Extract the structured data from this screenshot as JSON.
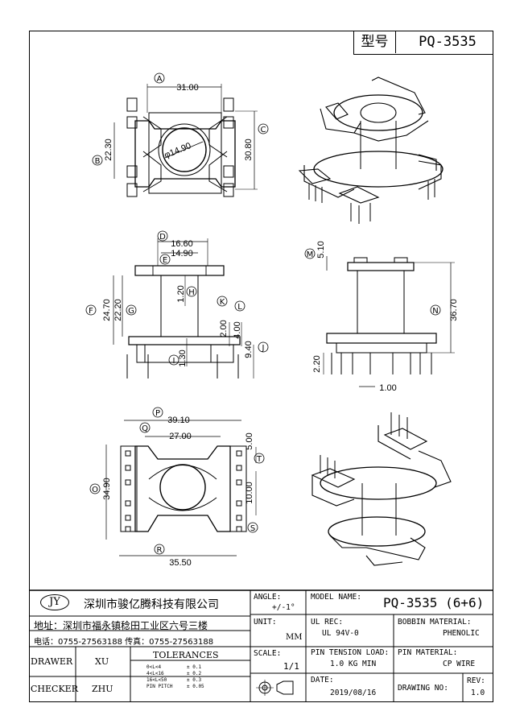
{
  "title_block": {
    "type_label": "型号",
    "type_value": "PQ-3535",
    "company_logo": "JY",
    "company_name": "深圳市骏亿腾科技有限公司",
    "address": "地址：深圳市福永镇稔田工业区六号三楼",
    "phone": "电话：0755-27563188 传真：0755-27563188",
    "drawer_label": "DRAWER",
    "drawer_value": "XU",
    "checker_label": "CHECKER",
    "checker_value": "ZHU",
    "tolerances_label": "TOLERANCES",
    "tolerances": [
      {
        "range": "0<L<4",
        "tol": "± 0.1"
      },
      {
        "range": "4<L<16",
        "tol": "± 0.2"
      },
      {
        "range": "16<L<50",
        "tol": "± 0.3"
      },
      {
        "range": "PIN PITCH",
        "tol": "± 0.05"
      }
    ],
    "angle_label": "ANGLE:",
    "angle_value": "+/-1°",
    "unit_label": "UNIT:",
    "unit_value": "MM",
    "scale_label": "SCALE:",
    "scale_value": "1/1",
    "model_label": "MODEL NAME:",
    "model_value": "PQ-3535 (6+6)",
    "ul_label": "UL REC:",
    "ul_value": "UL 94V-0",
    "pin_tension_label": "PIN TENSION LOAD:",
    "pin_tension_value": "1.0 KG MIN",
    "date_label": "DATE:",
    "date_value": "2019/08/16",
    "bobbin_label": "BOBBIN MATERIAL:",
    "bobbin_value": "PHENOLIC",
    "pin_material_label": "PIN MATERIAL:",
    "pin_material_value": "CP WIRE",
    "drawing_no_label": "DRAWING NO:",
    "rev_label": "REV:",
    "rev_value": "1.0"
  },
  "dimensions": {
    "A": "31.00",
    "B": "22.30",
    "C": "30.80",
    "hole": "φ14.90",
    "D": "16.60",
    "E": "14.90",
    "F": "24.70",
    "G": "22.20",
    "H": "1.20",
    "I": "1.30",
    "J": "9.40",
    "K": "2.00",
    "L": "4.00",
    "M": "5.10",
    "N": "36.70",
    "pin_len": "2.20",
    "pin_dia": "1.00",
    "P": "39.10",
    "Q": "27.00",
    "T": "5.00",
    "S": "10.00",
    "O": "34.90",
    "R": "35.50"
  },
  "labels": {
    "A": "A",
    "B": "B",
    "C": "C",
    "D": "D",
    "E": "E",
    "F": "F",
    "G": "G",
    "H": "H",
    "I": "I",
    "J": "J",
    "K": "K",
    "L": "L",
    "M": "M",
    "N": "N",
    "O": "O",
    "P": "P",
    "Q": "Q",
    "R": "R",
    "S": "S",
    "T": "T"
  }
}
